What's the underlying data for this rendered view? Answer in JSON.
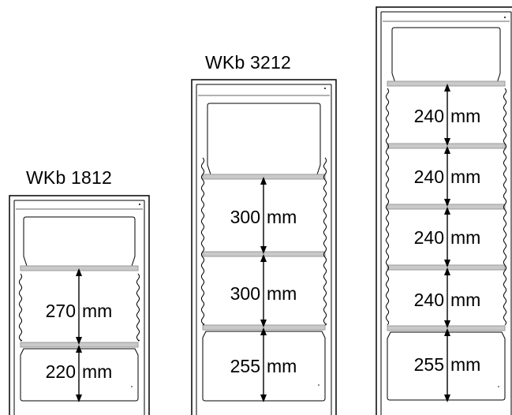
{
  "cabinets": [
    {
      "model": "WKb 1812",
      "dimensions": [
        {
          "value": "270",
          "unit": "mm"
        },
        {
          "value": "220",
          "unit": "mm"
        }
      ]
    },
    {
      "model": "WKb 3212",
      "dimensions": [
        {
          "value": "300",
          "unit": "mm"
        },
        {
          "value": "300",
          "unit": "mm"
        },
        {
          "value": "255",
          "unit": "mm"
        }
      ]
    },
    {
      "model": "",
      "dimensions": [
        {
          "value": "240",
          "unit": "mm"
        },
        {
          "value": "240",
          "unit": "mm"
        },
        {
          "value": "240",
          "unit": "mm"
        },
        {
          "value": "240",
          "unit": "mm"
        },
        {
          "value": "255",
          "unit": "mm"
        }
      ]
    }
  ]
}
